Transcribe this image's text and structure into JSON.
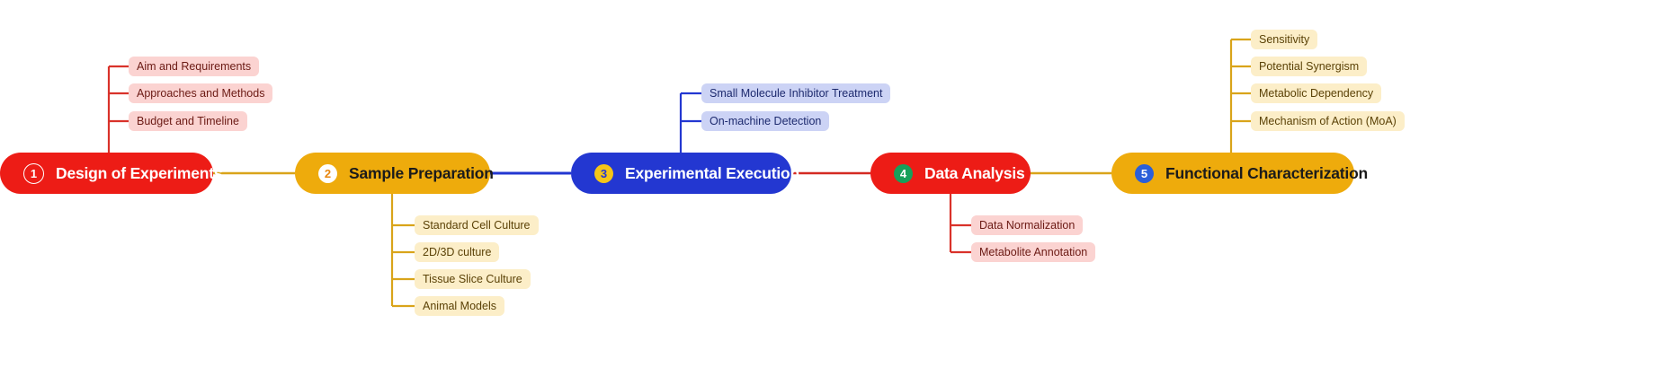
{
  "diagram": {
    "type": "mindmap",
    "orientation": "horizontal-spine",
    "colors": {
      "red": "#ed1c16",
      "amber": "#eeab0c",
      "blue": "#2337d1",
      "green": "#17a05a",
      "sub_red_bg": "#fbd3d1",
      "sub_amber_bg": "#fceec8",
      "sub_blue_bg": "#ccd3f5",
      "connector_red": "#e33229",
      "connector_amber": "#d9a41a",
      "connector_blue": "#2337d1"
    },
    "nodes": [
      {
        "id": "design-of-experiments",
        "number": "1",
        "label": "Design of Experiments",
        "accent": "red",
        "badge_style": "outline-white",
        "children_position": "above",
        "children": [
          "Aim and Requirements",
          "Approaches and Methods",
          "Budget and Timeline"
        ]
      },
      {
        "id": "sample-preparation",
        "number": "2",
        "label": "Sample Preparation",
        "accent": "amber",
        "badge_style": "white-circle-orange-text",
        "children_position": "below",
        "children": [
          "Standard Cell Culture",
          "2D/3D culture",
          "Tissue Slice Culture",
          "Animal Models"
        ]
      },
      {
        "id": "experimental-execution",
        "number": "3",
        "label": "Experimental Execution",
        "accent": "blue",
        "badge_style": "gold-circle-blue-text",
        "children_position": "above",
        "children": [
          "Small Molecule Inhibitor Treatment",
          "On-machine Detection"
        ]
      },
      {
        "id": "data-analysis",
        "number": "4",
        "label": "Data Analysis",
        "accent": "red",
        "badge_style": "green-circle-white-text",
        "children_position": "below",
        "children": [
          "Data Normalization",
          "Metabolite Annotation"
        ]
      },
      {
        "id": "functional-characterization",
        "number": "5",
        "label": "Functional Characterization",
        "accent": "amber",
        "badge_style": "blue-circle-white-text",
        "children_position": "above",
        "children": [
          "Sensitivity",
          "Potential Synergism",
          "Metabolic Dependency",
          "Mechanism of Action (MoA)"
        ]
      }
    ]
  }
}
